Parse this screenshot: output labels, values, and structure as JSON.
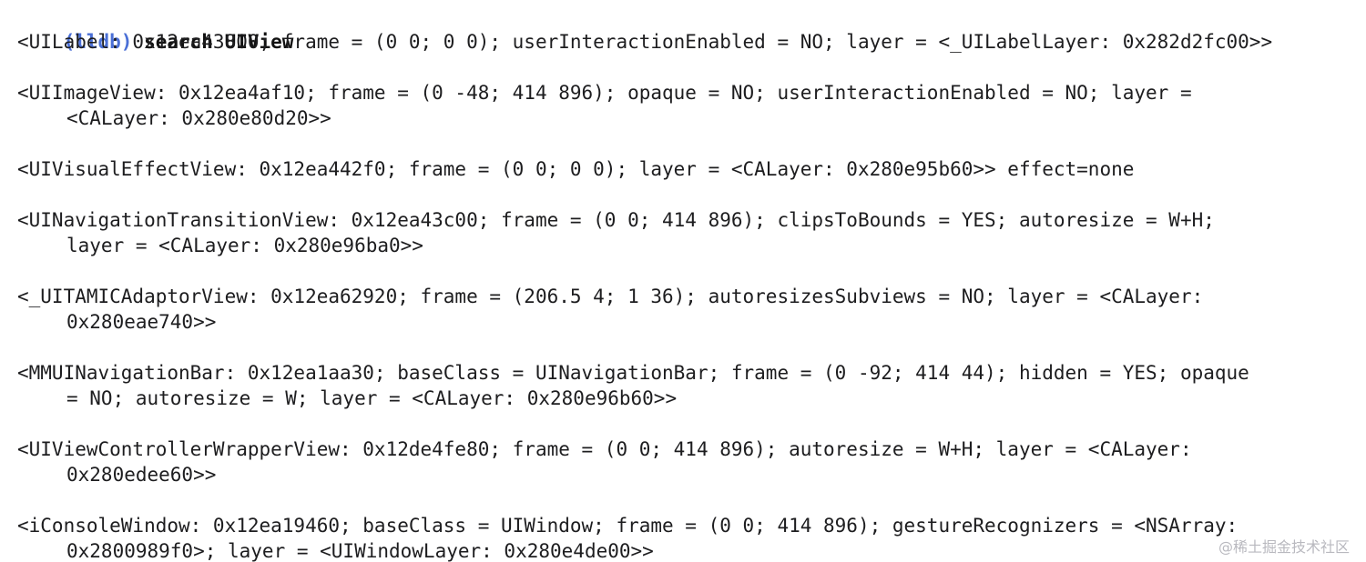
{
  "prompt": {
    "label": "(lldb)",
    "command": "search UIView"
  },
  "cutoff_line": "' ' '             '  ' '  '",
  "output": {
    "l01": "<UILabel: 0x12ea43800; frame = (0 0; 0 0); userInteractionEnabled = NO; layer = <_UILabelLayer: 0x282d2fc00>>",
    "l02": "<UIImageView: 0x12ea4af10; frame = (0 -48; 414 896); opaque = NO; userInteractionEnabled = NO; layer =",
    "l03": "<CALayer: 0x280e80d20>>",
    "l04": "<UIVisualEffectView: 0x12ea442f0; frame = (0 0; 0 0); layer = <CALayer: 0x280e95b60>> effect=none",
    "l05": "<UINavigationTransitionView: 0x12ea43c00; frame = (0 0; 414 896); clipsToBounds = YES; autoresize = W+H;",
    "l06": "layer = <CALayer: 0x280e96ba0>>",
    "l07": "<_UITAMICAdaptorView: 0x12ea62920; frame = (206.5 4; 1 36); autoresizesSubviews = NO; layer = <CALayer:",
    "l08": "0x280eae740>>",
    "l09": "<MMUINavigationBar: 0x12ea1aa30; baseClass = UINavigationBar; frame = (0 -92; 414 44); hidden = YES; opaque",
    "l10": "= NO; autoresize = W; layer = <CALayer: 0x280e96b60>>",
    "l11": "<UIViewControllerWrapperView: 0x12de4fe80; frame = (0 0; 414 896); autoresize = W+H; layer = <CALayer:",
    "l12": "0x280edee60>>",
    "l13": "<iConsoleWindow: 0x12ea19460; baseClass = UIWindow; frame = (0 0; 414 896); gestureRecognizers = <NSArray:",
    "l14": "0x2800989f0>; layer = <UIWindowLayer: 0x280e4de00>>"
  },
  "watermark": "@稀土掘金技术社区",
  "colors": {
    "prompt": "#4a6fd6",
    "text": "#1d1d1f",
    "background": "#ffffff",
    "watermark": "#b9b9bf"
  }
}
